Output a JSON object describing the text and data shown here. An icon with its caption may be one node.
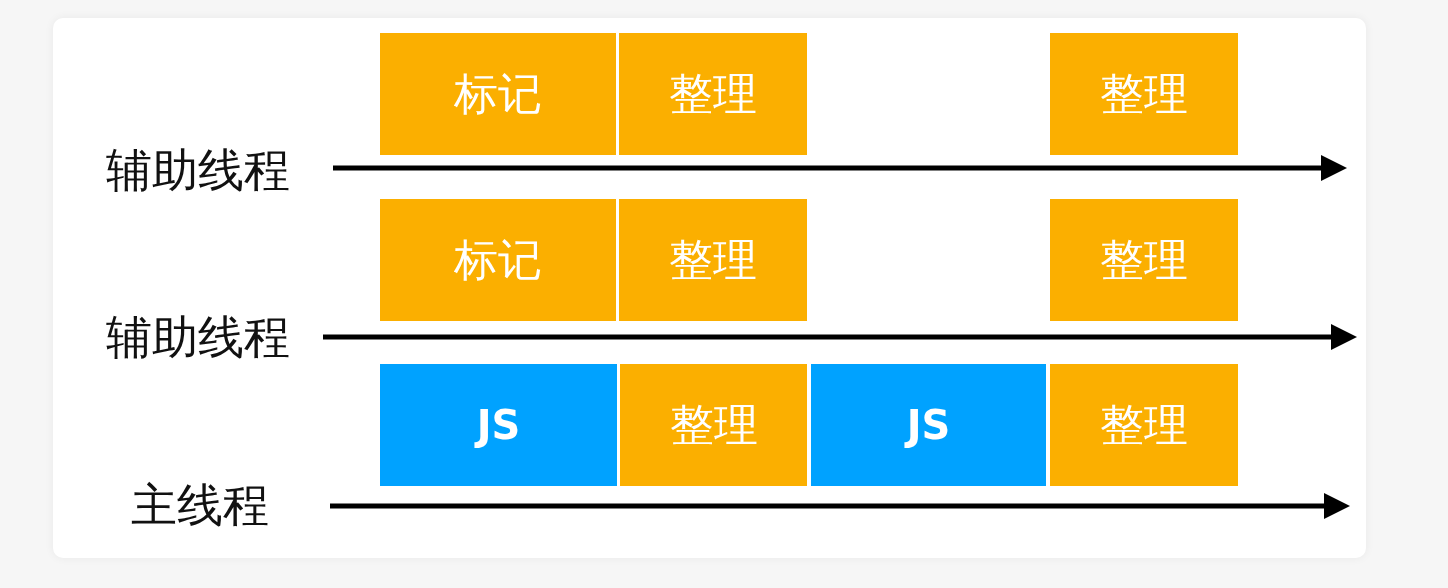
{
  "diagram": {
    "nodes": [
      {
        "text": [
          "标记"
        ]
      },
      {
        "text": [
          "整理"
        ]
      },
      {
        "text": [
          "整理"
        ]
      },
      {
        "text": [
          "标记"
        ]
      },
      {
        "text": [
          "整理"
        ]
      },
      {
        "text": [
          "整理"
        ]
      },
      {
        "text": [
          "JS"
        ]
      },
      {
        "text": [
          "整理"
        ]
      },
      {
        "text": [
          "JS"
        ]
      },
      {
        "text": [
          "整理"
        ]
      }
    ],
    "labels": [
      "辅助线程",
      "辅助线程",
      "主线程"
    ]
  }
}
